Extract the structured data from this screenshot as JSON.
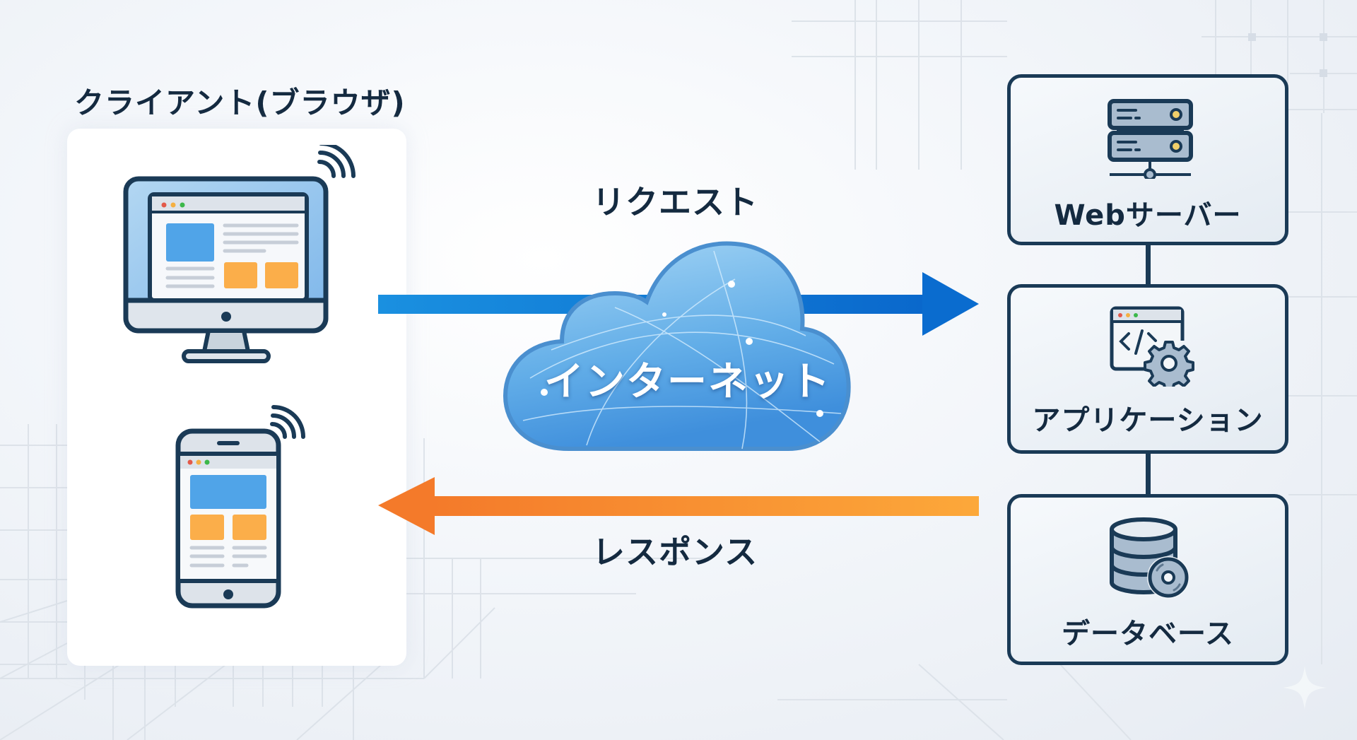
{
  "diagram": {
    "title": "Web client-server request/response flow",
    "client": {
      "title": "クライアント(ブラウザ)",
      "devices": [
        {
          "name": "desktop-monitor",
          "icon": "monitor-icon",
          "has_wifi": true
        },
        {
          "name": "smartphone",
          "icon": "smartphone-icon",
          "has_wifi": true
        }
      ]
    },
    "network": {
      "label": "インターネット",
      "icon": "cloud-icon"
    },
    "flows": {
      "request": {
        "label": "リクエスト",
        "direction": "client-to-server",
        "color": "#0a74d4"
      },
      "response": {
        "label": "レスポンス",
        "direction": "server-to-client",
        "color": "#f47a2a"
      }
    },
    "server_stack": [
      {
        "label": "Webサーバー",
        "icon": "server-rack-icon"
      },
      {
        "label": "アプリケーション",
        "icon": "code-window-gear-icon"
      },
      {
        "label": "データベース",
        "icon": "database-icon"
      }
    ],
    "colors": {
      "outline": "#1a3a56",
      "text": "#142a40",
      "content_blue": "#50a4e8",
      "content_orange": "#fbae4a",
      "dot_red": "#e35a4a",
      "dot_yellow": "#f5b042",
      "dot_green": "#3cb84a",
      "icon_fill": "#a9bccf",
      "server_led": "#f0cf6a"
    }
  }
}
